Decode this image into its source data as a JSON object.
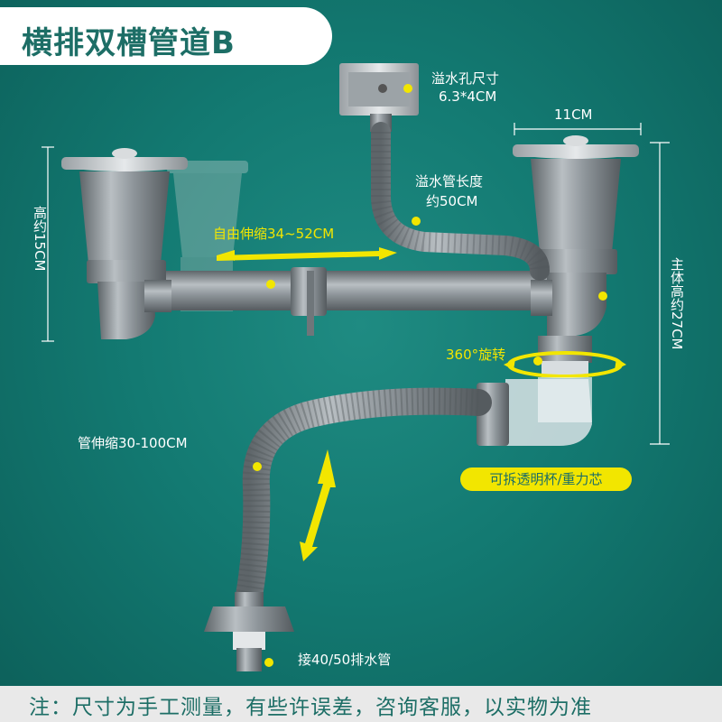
{
  "title": "横排双槽管道B",
  "labels": {
    "overflow_hole_size_title": "溢水孔尺寸",
    "overflow_hole_size_value": "6.3*4CM",
    "right_width": "11CM",
    "overflow_pipe_length_title": "溢水管长度",
    "overflow_pipe_length_value": "约50CM",
    "left_height": "高约15CM",
    "main_height": "主体高约27CM",
    "telescopic": "自由伸缩34~52CM",
    "rotation": "360°旋转",
    "pipe_telescopic": "管伸缩30-100CM",
    "transparent_cup": "可拆透明杯/重力芯",
    "drain_connect": "接40/50排水管"
  },
  "footer": "注：尺寸为手工测量，有些许误差，咨询客服，以实物为准",
  "colors": {
    "background": "#137a72",
    "title_text": "#1d6e66",
    "accent_yellow": "#f2e600",
    "pipe_gray": "#8e959a",
    "footer_bg": "#e9e9e9"
  }
}
